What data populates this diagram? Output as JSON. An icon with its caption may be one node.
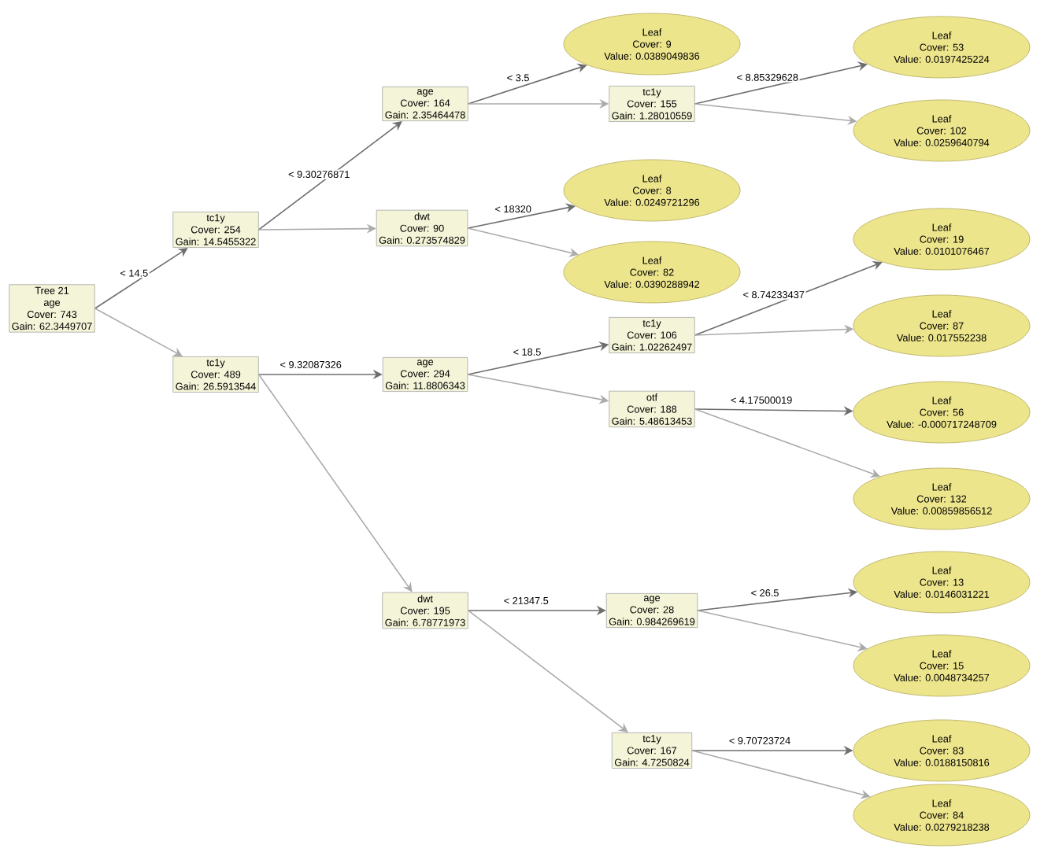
{
  "diagram": {
    "nodes": [
      {
        "text": [
          "Tree 21",
          "age",
          "Cover: 743",
          "Gain: 62.3449707"
        ]
      },
      {
        "text": [
          "tc1y",
          "Cover: 254",
          "Gain: 14.5455322"
        ]
      },
      {
        "text": [
          "tc1y",
          "Cover: 489",
          "Gain: 26.5913544"
        ]
      },
      {
        "text": [
          "age",
          "Cover: 164",
          "Gain: 2.35464478"
        ]
      },
      {
        "text": [
          "dwt",
          "Cover: 90",
          "Gain: 0.273574829"
        ]
      },
      {
        "text": [
          "age",
          "Cover: 294",
          "Gain: 11.8806343"
        ]
      },
      {
        "text": [
          "dwt",
          "Cover: 195",
          "Gain: 6.78771973"
        ]
      },
      {
        "text": [
          "Leaf",
          "Cover: 9",
          "Value: 0.0389049836"
        ]
      },
      {
        "text": [
          "tc1y",
          "Cover: 155",
          "Gain: 1.28010559"
        ]
      },
      {
        "text": [
          "Leaf",
          "Cover: 8",
          "Value: 0.0249721296"
        ]
      },
      {
        "text": [
          "Leaf",
          "Cover: 82",
          "Value: 0.0390288942"
        ]
      },
      {
        "text": [
          "tc1y",
          "Cover: 106",
          "Gain: 1.02262497"
        ]
      },
      {
        "text": [
          "otf",
          "Cover: 188",
          "Gain: 5.48613453"
        ]
      },
      {
        "text": [
          "age",
          "Cover: 28",
          "Gain: 0.984269619"
        ]
      },
      {
        "text": [
          "tc1y",
          "Cover: 167",
          "Gain: 4.7250824"
        ]
      },
      {
        "text": [
          "Leaf",
          "Cover: 53",
          "Value: 0.0197425224"
        ]
      },
      {
        "text": [
          "Leaf",
          "Cover: 102",
          "Value: 0.0259640794"
        ]
      },
      {
        "text": [
          "Leaf",
          "Cover: 19",
          "Value: 0.0101076467"
        ]
      },
      {
        "text": [
          "Leaf",
          "Cover: 87",
          "Value: 0.017552238"
        ]
      },
      {
        "text": [
          "Leaf",
          "Cover: 56",
          "Value: -0.000717248709"
        ]
      },
      {
        "text": [
          "Leaf",
          "Cover: 132",
          "Value: 0.00859856512"
        ]
      },
      {
        "text": [
          "Leaf",
          "Cover: 13",
          "Value: 0.0146031221"
        ]
      },
      {
        "text": [
          "Leaf",
          "Cover: 15",
          "Value: 0.0048734257"
        ]
      },
      {
        "text": [
          "Leaf",
          "Cover: 83",
          "Value: 0.0188150816"
        ]
      },
      {
        "text": [
          "Leaf",
          "Cover: 84",
          "Value: 0.0279218238"
        ]
      }
    ],
    "edges": [
      {
        "from": 0,
        "to": 1,
        "arrow": "to",
        "label": "< 14.5",
        "color": "#6e6e6e"
      },
      {
        "from": 0,
        "to": 2,
        "arrow": "to"
      },
      {
        "from": 1,
        "to": 3,
        "arrow": "to",
        "label": "< 9.30276871",
        "color": "#6e6e6e"
      },
      {
        "from": 1,
        "to": 4,
        "arrow": "to"
      },
      {
        "from": 2,
        "to": 5,
        "arrow": "to",
        "label": "< 9.32087326",
        "color": "#6e6e6e"
      },
      {
        "from": 2,
        "to": 6,
        "arrow": "to"
      },
      {
        "from": 3,
        "to": 7,
        "arrow": "to",
        "label": "< 3.5",
        "color": "#6e6e6e"
      },
      {
        "from": 3,
        "to": 8,
        "arrow": "to"
      },
      {
        "from": 4,
        "to": 9,
        "arrow": "to",
        "label": "< 18320",
        "color": "#6e6e6e"
      },
      {
        "from": 4,
        "to": 10,
        "arrow": "to"
      },
      {
        "from": 5,
        "to": 11,
        "arrow": "to",
        "label": "< 18.5",
        "color": "#6e6e6e"
      },
      {
        "from": 5,
        "to": 12,
        "arrow": "to"
      },
      {
        "from": 6,
        "to": 13,
        "arrow": "to",
        "label": "< 21347.5",
        "color": "#6e6e6e"
      },
      {
        "from": 6,
        "to": 14,
        "arrow": "to"
      },
      {
        "from": 8,
        "to": 15,
        "arrow": "to",
        "label": "< 8.85329628",
        "color": "#6e6e6e"
      },
      {
        "from": 8,
        "to": 16,
        "arrow": "to"
      },
      {
        "from": 11,
        "to": 17,
        "arrow": "to",
        "label": "< 8.74233437",
        "color": "#6e6e6e"
      },
      {
        "from": 11,
        "to": 18,
        "arrow": "to"
      },
      {
        "from": 12,
        "to": 19,
        "arrow": "to",
        "label": "< 4.17500019",
        "color": "#6e6e6e"
      },
      {
        "from": 12,
        "to": 20,
        "arrow": "to"
      },
      {
        "from": 13,
        "to": 21,
        "arrow": "to",
        "label": "< 26.5",
        "color": "#6e6e6e"
      },
      {
        "from": 13,
        "to": 22,
        "arrow": "to"
      },
      {
        "from": 14,
        "to": 23,
        "arrow": "to",
        "label": "< 9.70723724",
        "color": "#6e6e6e"
      },
      {
        "from": 14,
        "to": 24,
        "arrow": "to"
      }
    ]
  }
}
